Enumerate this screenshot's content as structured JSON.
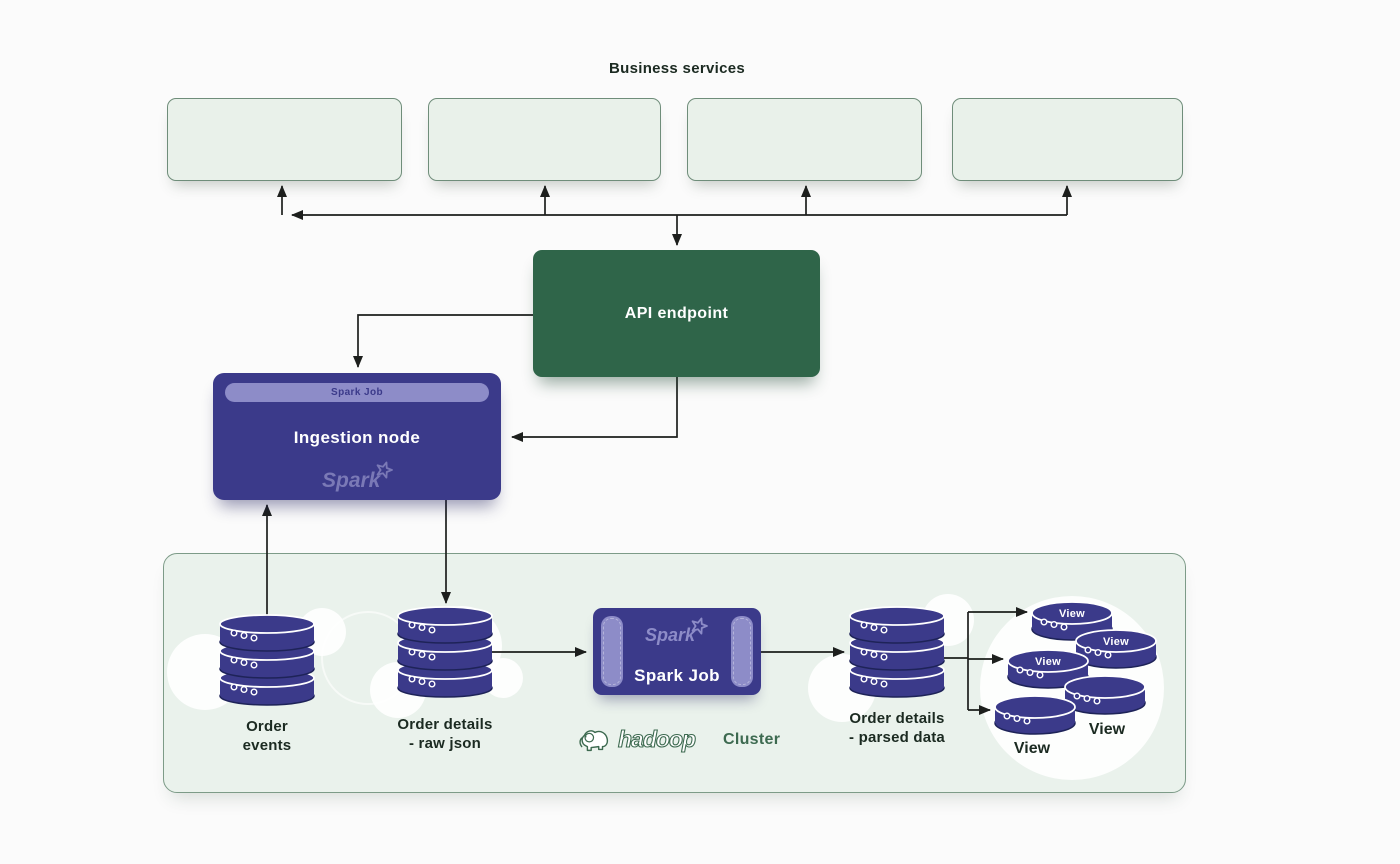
{
  "colors": {
    "indigo": "#3b3a8a",
    "indigo-dark": "#1e2358",
    "purple-light": "#8d8cc8",
    "purple-logo": "#7a79b6",
    "green-dark": "#2f6549",
    "green-light": "#e9f1ea",
    "green-border": "#6f8d7a",
    "cluster-fill": "#eaf2ec",
    "cluster-border": "#7d9b88",
    "hadoop-green": "#3d6a50",
    "arrow": "#1d1f1d",
    "text-dark": "#1b2a21",
    "page-bg": "#fbfbfb"
  },
  "header": {
    "title": "Business services"
  },
  "nodes": {
    "api_endpoint": {
      "label": "API endpoint"
    },
    "ingestion": {
      "tab_label": "Spark Job",
      "label": "Ingestion node",
      "logo_word": "Spark"
    },
    "spark_job": {
      "label": "Spark Job",
      "logo_word": "Spark"
    },
    "hadoop": {
      "logo_word": "hadoop",
      "label": "Cluster"
    }
  },
  "datastores": {
    "order_events": {
      "line1": "Order",
      "line2": "events"
    },
    "raw_json": {
      "line1": "Order details",
      "line2": "- raw json"
    },
    "parsed_data": {
      "line1": "Order details",
      "line2": "- parsed data"
    },
    "views": {
      "inner_labels": [
        "View",
        "View",
        "View"
      ],
      "outer_labels": [
        "View",
        "View"
      ]
    }
  }
}
